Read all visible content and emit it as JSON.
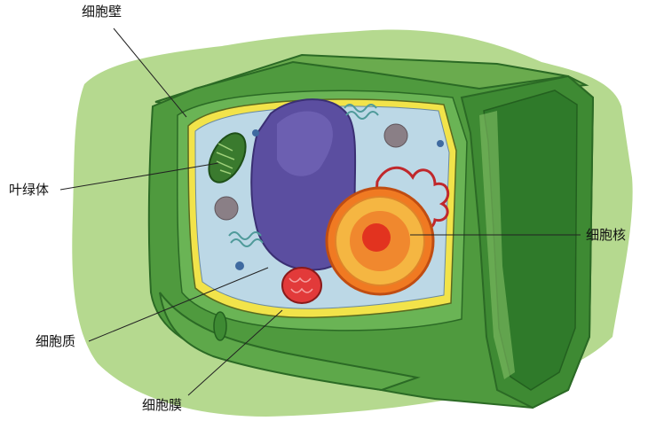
{
  "labels": {
    "cell_wall": "细胞壁",
    "chloroplast": "叶绿体",
    "cytoplasm": "细胞质",
    "cell_membrane": "细胞膜",
    "nucleus": "细胞核"
  },
  "colors": {
    "background_glow": "#b5d98f",
    "cell_wall_dark": "#2f7a2a",
    "cell_wall_mid": "#4f9a3e",
    "cell_wall_light": "#86c068",
    "membrane": "#f2e34a",
    "cytoplasm": "#bcd8e6",
    "vacuole": "#5b4ea0",
    "nucleus_outer": "#f07a22",
    "nucleus_inner": "#f5b642",
    "nucleolus": "#e2331f",
    "chloroplast": "#3a7a2e",
    "mitochondrion": "#e23a3a",
    "leader_line": "#222222"
  }
}
